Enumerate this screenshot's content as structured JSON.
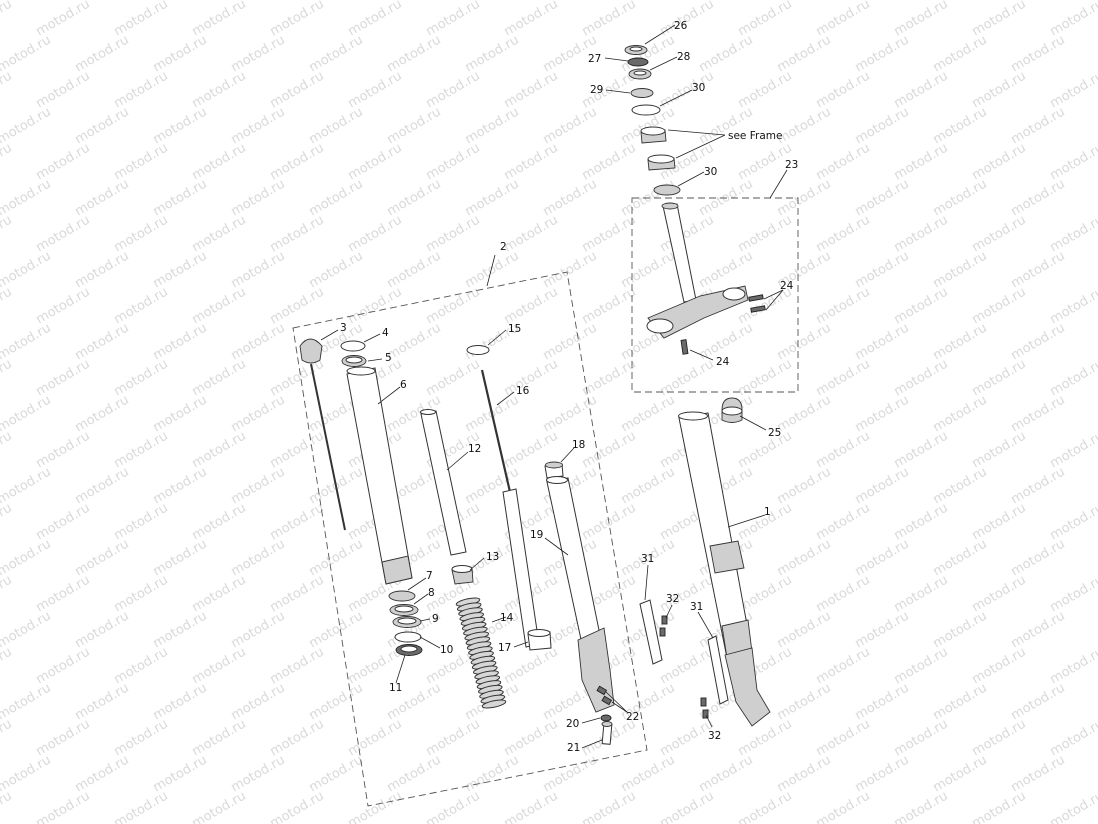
{
  "watermark": {
    "text": "motod.ru",
    "color": "#d9d9d9"
  },
  "frame_note": "see Frame",
  "callouts": [
    "1",
    "2",
    "3",
    "4",
    "5",
    "6",
    "7",
    "8",
    "9",
    "10",
    "11",
    "12",
    "13",
    "14",
    "15",
    "16",
    "17",
    "18",
    "19",
    "20",
    "21",
    "22",
    "23",
    "24",
    "24",
    "25",
    "26",
    "27",
    "28",
    "29",
    "30",
    "30",
    "31",
    "31",
    "32",
    "32"
  ]
}
